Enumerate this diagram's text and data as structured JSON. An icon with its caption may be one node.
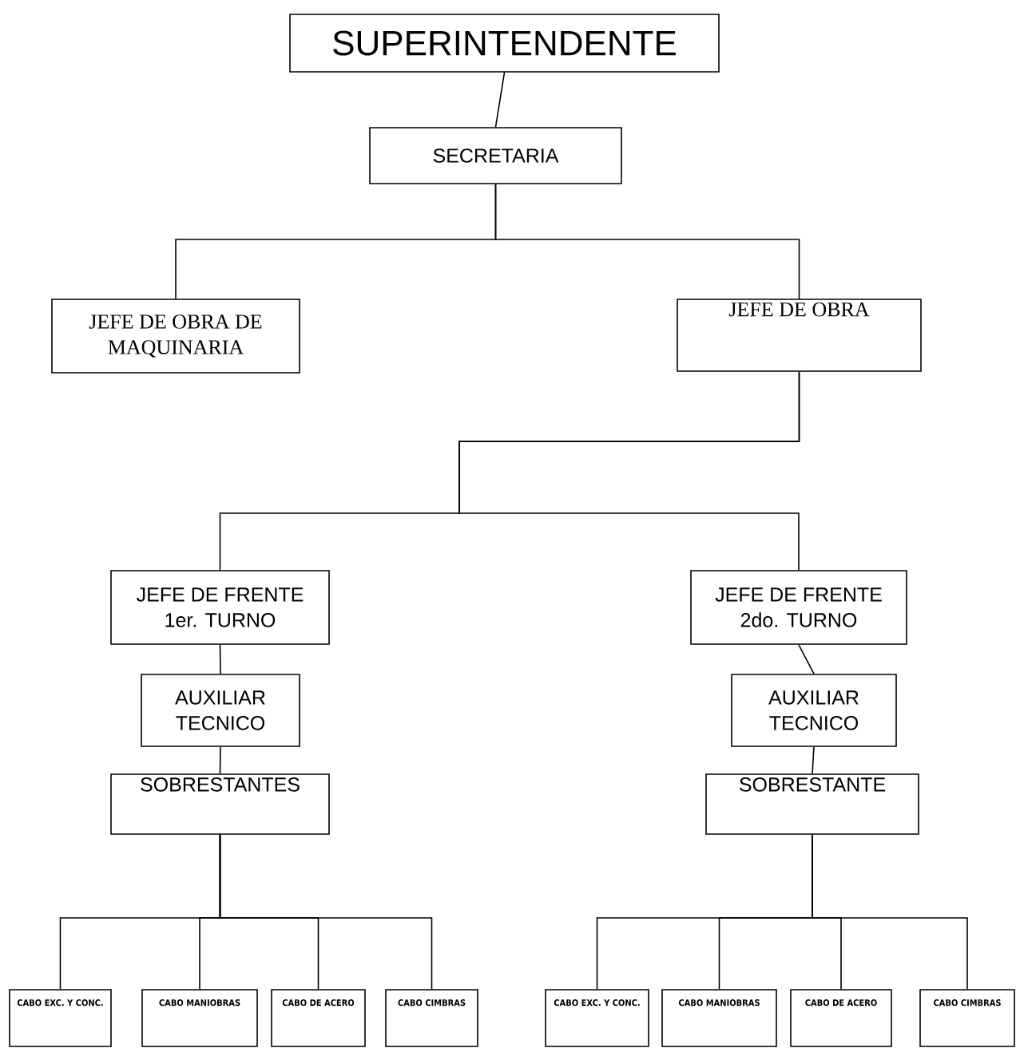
{
  "diagram": {
    "nodes": [
      {
        "text": [
          "SUPERINTENDENTE"
        ]
      },
      {
        "text": [
          "SECRETARIA"
        ]
      },
      {
        "text": [
          "JEFE DE OBRA DE MAQUINARIA"
        ]
      },
      {
        "text": [
          "JEFE DE OBRA"
        ]
      },
      {
        "text": [
          "JEFE DE FRENTE 1er. TURNO"
        ]
      },
      {
        "text": [
          "AUXILIAR TECNICO"
        ]
      },
      {
        "text": [
          "SOBRESTANTES"
        ]
      },
      {
        "text": [
          "JEFE DE FRENTE 2do. TURNO"
        ]
      },
      {
        "text": [
          "AUXILIAR TECNICO"
        ]
      },
      {
        "text": [
          "SOBRESTANTE"
        ]
      },
      {
        "text": [
          "CABO EXC. Y CONC."
        ]
      },
      {
        "text": [
          "CABO MANIOBRAS"
        ]
      },
      {
        "text": [
          "CABO DE ACERO"
        ]
      },
      {
        "text": [
          "CABO CIMBRAS"
        ]
      },
      {
        "text": [
          "CABO EXC. Y CONC."
        ]
      },
      {
        "text": [
          "CABO MANIOBRAS"
        ]
      },
      {
        "text": [
          "CABO DE ACERO"
        ]
      },
      {
        "text": [
          "CABO CIMBRAS"
        ]
      }
    ],
    "edges": [
      {
        "from": 0,
        "to": 1,
        "arrow": "none"
      },
      {
        "from": 1,
        "to": 2,
        "arrow": "none"
      },
      {
        "from": 1,
        "to": 3,
        "arrow": "none"
      },
      {
        "from": 3,
        "to": 4,
        "arrow": "none"
      },
      {
        "from": 3,
        "to": 7,
        "arrow": "none"
      },
      {
        "from": 4,
        "to": 5,
        "arrow": "none"
      },
      {
        "from": 5,
        "to": 6,
        "arrow": "none"
      },
      {
        "from": 6,
        "to": 10,
        "arrow": "none"
      },
      {
        "from": 6,
        "to": 11,
        "arrow": "none"
      },
      {
        "from": 6,
        "to": 12,
        "arrow": "none"
      },
      {
        "from": 6,
        "to": 13,
        "arrow": "none"
      },
      {
        "from": 7,
        "to": 8,
        "arrow": "none"
      },
      {
        "from": 8,
        "to": 9,
        "arrow": "none"
      },
      {
        "from": 9,
        "to": 14,
        "arrow": "none"
      },
      {
        "from": 9,
        "to": 15,
        "arrow": "none"
      },
      {
        "from": 9,
        "to": 16,
        "arrow": "none"
      },
      {
        "from": 9,
        "to": 17,
        "arrow": "none"
      }
    ]
  }
}
